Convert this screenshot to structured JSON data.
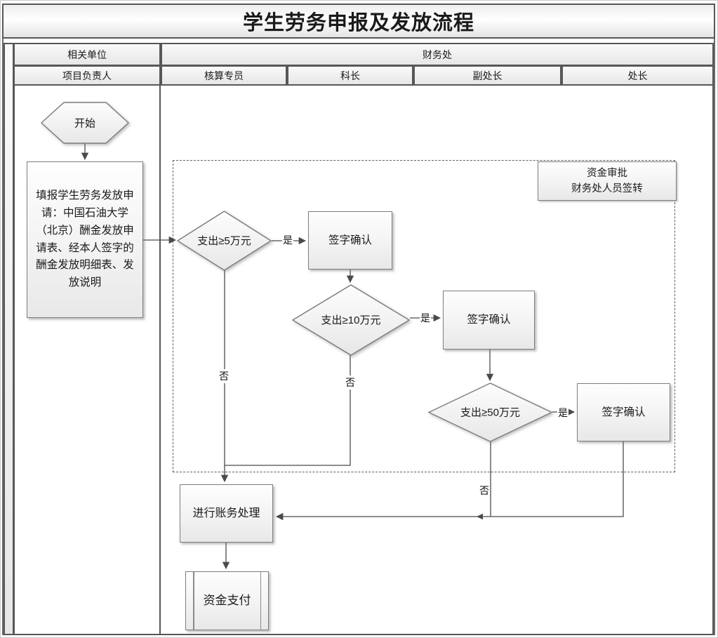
{
  "title": "学生劳务申报及发放流程",
  "lanes": {
    "related_unit": "相关单位",
    "finance": "财务处",
    "roles": [
      "项目负责人",
      "核算专员",
      "科长",
      "副处长",
      "处长"
    ]
  },
  "nodes": {
    "start": "开始",
    "apply": "填报学生劳务发放申请：中国石油大学（北京）酬金发放申请表、经本人签字的酬金发放明细表、发放说明",
    "decision_5w": "支出≥5万元",
    "decision_10w": "支出≥10万元",
    "decision_50w": "支出≥50万元",
    "sign_confirm": [
      "签字确认",
      "签字确认",
      "签字确认"
    ],
    "accounting": "进行账务处理",
    "payment": "资金支付",
    "approval_note": [
      "资金审批",
      "财务处人员签转"
    ]
  },
  "edge_labels": {
    "yes": [
      "是",
      "是",
      "是"
    ],
    "no": [
      "否",
      "否",
      "否"
    ]
  },
  "colors": {
    "cell_border": "#575757",
    "shape_border": "#7d7d7d",
    "connector_line": "#4a4a4a",
    "dashed_border": "#5f5f5f",
    "shape_fill_top": "#fefefe",
    "shape_fill_bottom": "#e8e8e8",
    "text": "#1a1a1a"
  }
}
